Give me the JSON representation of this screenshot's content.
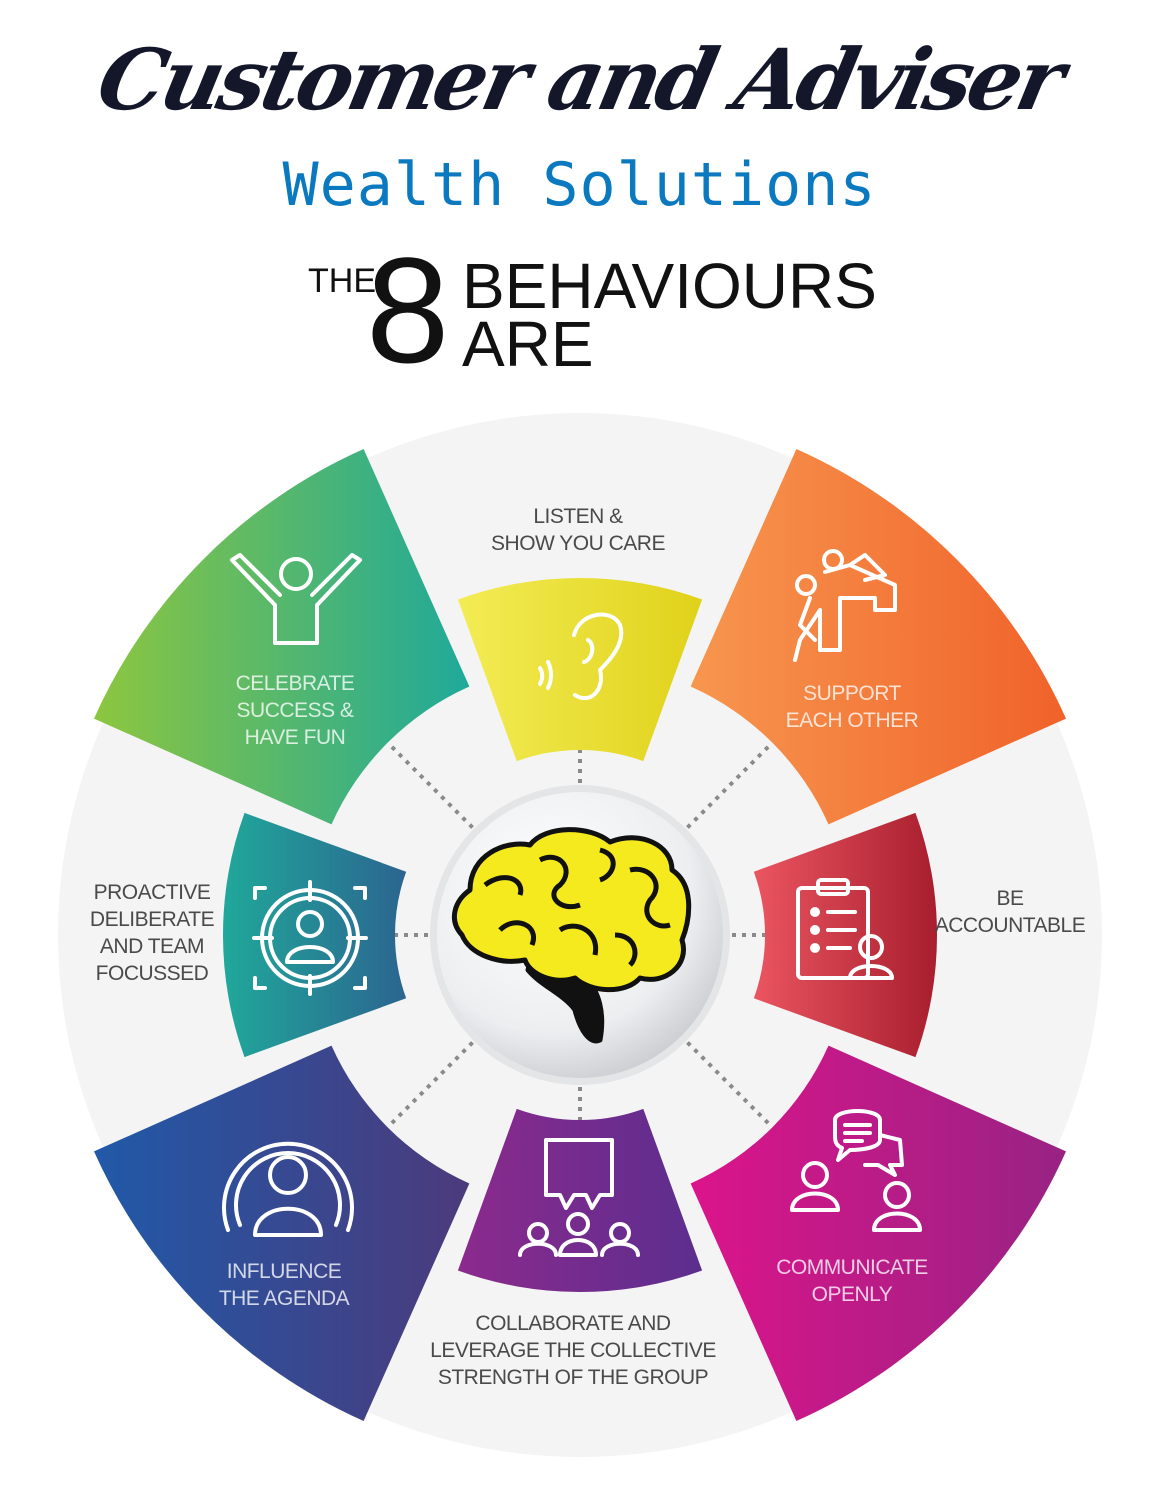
{
  "header": {
    "script_title": "Customer and Adviser",
    "subtitle": "Wealth Solutions",
    "the": "THE",
    "number": "8",
    "behaviours": "BEHAVIOURS",
    "are": "ARE"
  },
  "colors": {
    "subtitle": "#0b79bf",
    "wheel_bg": "#f4f4f4",
    "brain_fill": "#f4ea1e"
  },
  "segments": [
    {
      "id": "listen",
      "lines": [
        "LISTEN &",
        "SHOW  YOU CARE"
      ],
      "icon": "ear-icon",
      "c1": "#f3ec55",
      "c2": "#e0d21a"
    },
    {
      "id": "support",
      "lines": [
        "SUPPORT",
        "EACH OTHER"
      ],
      "icon": "climbing-help-icon",
      "c1": "#f7964f",
      "c2": "#f0622a"
    },
    {
      "id": "accountable",
      "lines": [
        "BE",
        "ACCOUNTABLE"
      ],
      "icon": "clipboard-person-icon",
      "c1": "#ea5560",
      "c2": "#a81e2e"
    },
    {
      "id": "communicate",
      "lines": [
        "COMMUNICATE",
        "OPENLY"
      ],
      "icon": "chat-people-icon",
      "c1": "#dc148b",
      "c2": "#972383"
    },
    {
      "id": "collaborate",
      "lines": [
        "COLLABORATE AND",
        "LEVERAGE THE COLLECTIVE",
        "STRENGTH OF THE GROUP"
      ],
      "icon": "group-speech-icon",
      "c1": "#8c2a8d",
      "c2": "#5b2e8e"
    },
    {
      "id": "influence",
      "lines": [
        "INFLUENCE",
        "THE AGENDA"
      ],
      "icon": "radiating-person-icon",
      "c1": "#2059a8",
      "c2": "#4c3a7c"
    },
    {
      "id": "proactive",
      "lines": [
        "PROACTIVE",
        "DELIBERATE",
        "AND TEAM",
        "FOCUSSED"
      ],
      "icon": "target-person-icon",
      "c1": "#20a89a",
      "c2": "#2b6590"
    },
    {
      "id": "celebrate",
      "lines": [
        "CELEBRATE",
        "SUCCESS &",
        "HAVE FUN"
      ],
      "icon": "celebrate-person-icon",
      "c1": "#8dc63f",
      "c2": "#1fa99a"
    }
  ]
}
